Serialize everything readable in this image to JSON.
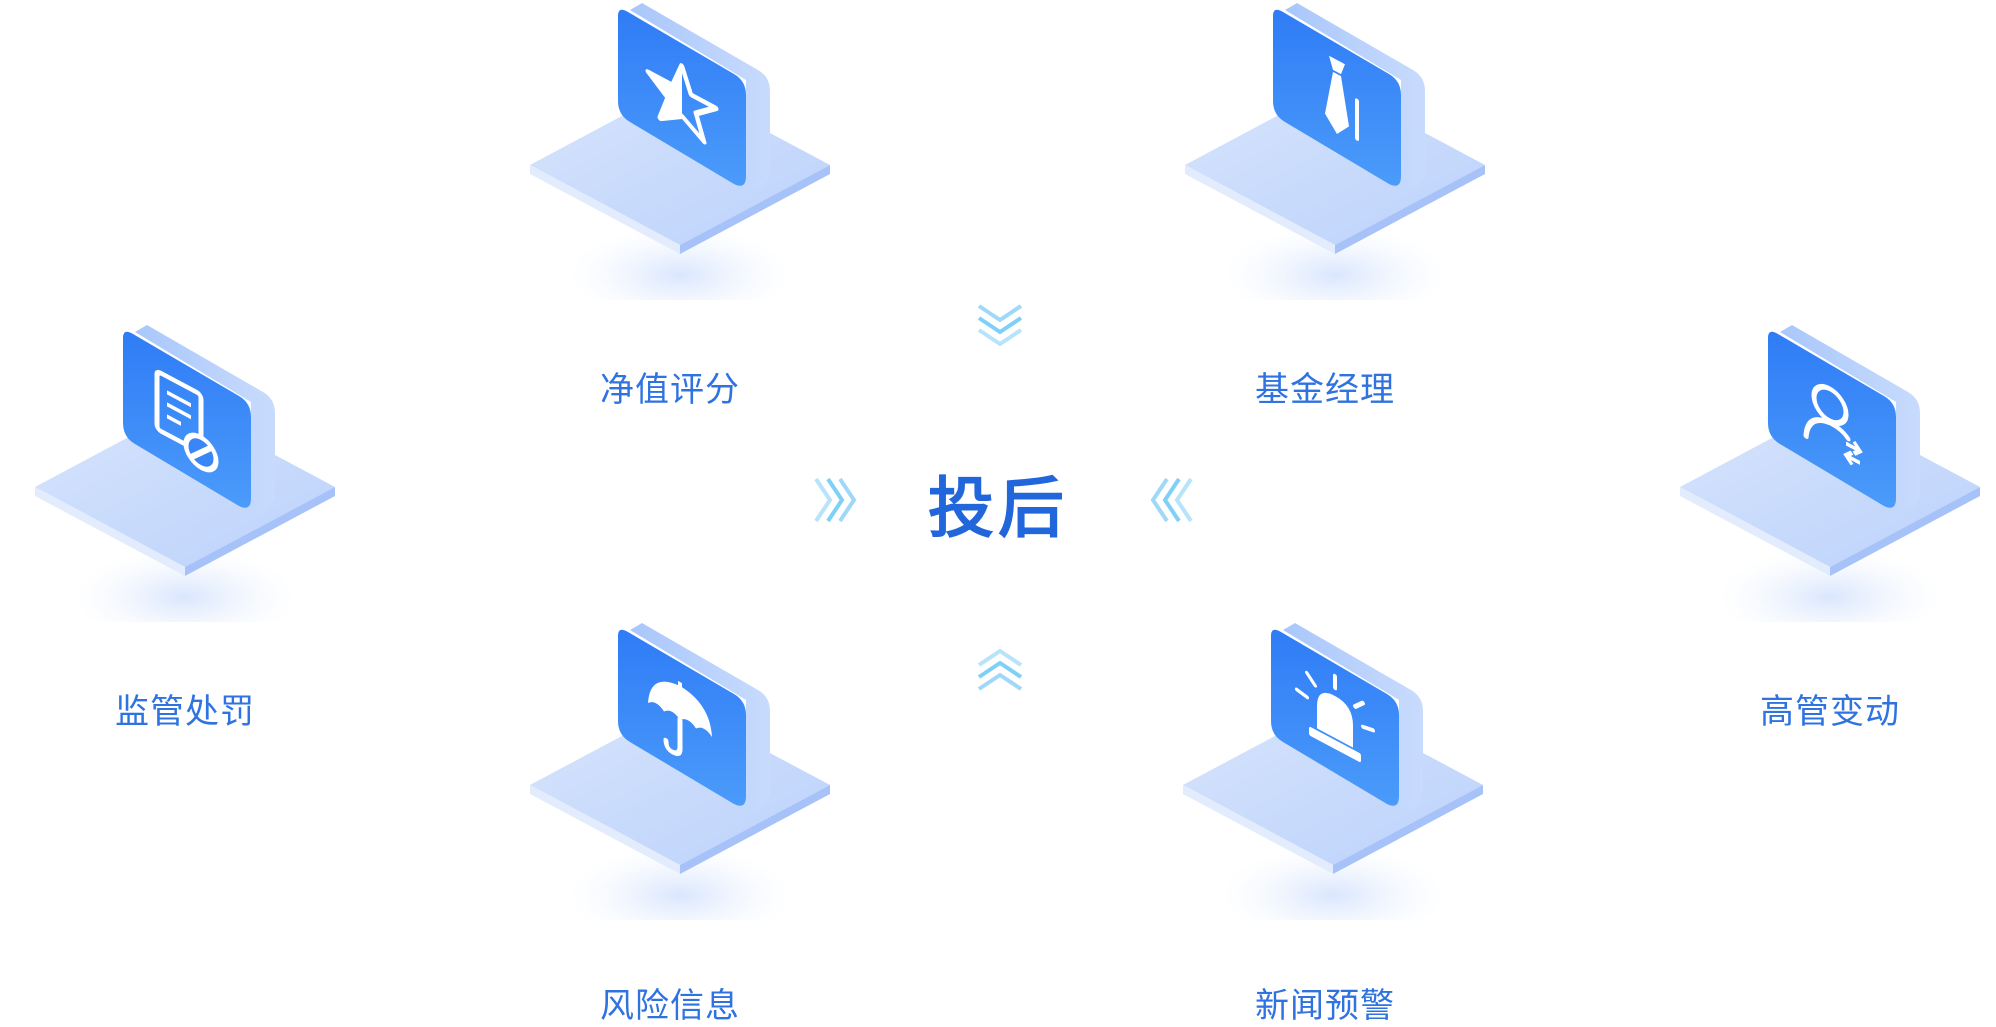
{
  "center": {
    "title": "投后"
  },
  "nodes": [
    {
      "id": "net-value",
      "label": "净值评分",
      "icon": "star-icon"
    },
    {
      "id": "fund-manager",
      "label": "基金经理",
      "icon": "tie-icon"
    },
    {
      "id": "regulatory",
      "label": "监管处罚",
      "icon": "document-ban-icon"
    },
    {
      "id": "executive",
      "label": "高管变动",
      "icon": "user-change-icon"
    },
    {
      "id": "risk",
      "label": "风险信息",
      "icon": "umbrella-icon"
    },
    {
      "id": "news",
      "label": "新闻预警",
      "icon": "alarm-icon"
    }
  ],
  "colors": {
    "label": "#2f73e0",
    "tile_front": "#3b86f7",
    "tile_side": "#8fb5f7",
    "platform": "#c6d9fc",
    "chevron": "#7fd0f7"
  }
}
